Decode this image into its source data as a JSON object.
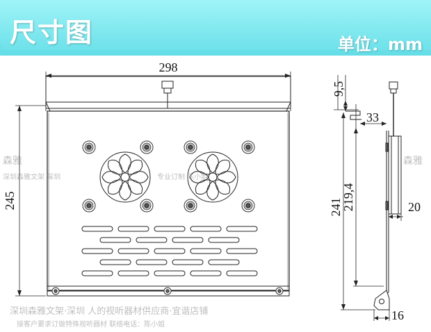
{
  "header": {
    "title": "尺寸图",
    "unit": "单位：mm"
  },
  "front_view": {
    "width": "298",
    "height": "245"
  },
  "side_view": {
    "top_gap": "9,5",
    "hook_depth": "33",
    "total_height": "241",
    "inner_height": "219,4",
    "thickness": "20",
    "foot": "16"
  },
  "watermark": {
    "logo": "森雅",
    "line1": "深圳森雅文架·深圳 人的视听器材供应商·宜谐店铺",
    "line2": "接客户要求订做特殊视听器材 联络电话：陈小姐",
    "mid_left": "深圳森雅文架 深圳",
    "mid_right": "专业订制 陈小姐"
  },
  "colors": {
    "banner": "#6ee1ea",
    "line": "#222222"
  }
}
